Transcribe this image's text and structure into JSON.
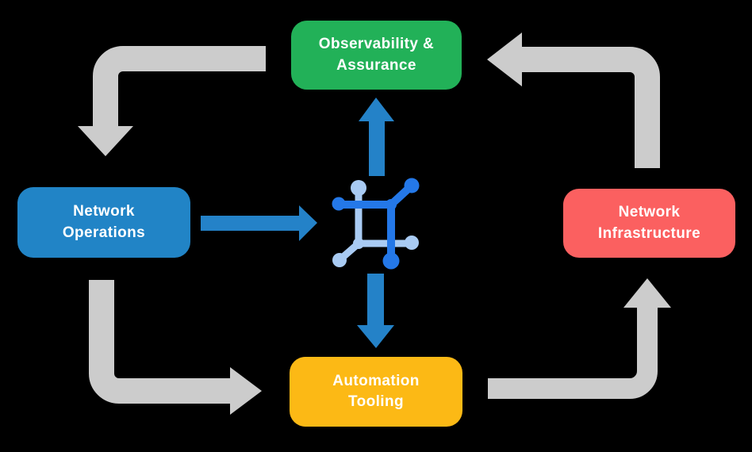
{
  "colors": {
    "background": "#000000",
    "arrow_gray": "#CCCCCC",
    "arrow_blue": "#2482C8",
    "icon_dark": "#2478E8",
    "icon_light": "#A9CBF3",
    "node_observability": "#22B158",
    "node_operations": "#2184C6",
    "node_infrastructure": "#FB6060",
    "node_tooling": "#FCB915",
    "node_text": "#FFFFFF"
  },
  "nodes": {
    "observability": {
      "line1": "Observability &",
      "line2": "Assurance"
    },
    "operations": {
      "line1": "Network",
      "line2": "Operations"
    },
    "infrastructure": {
      "line1": "Network",
      "line2": "Infrastructure"
    },
    "tooling": {
      "line1": "Automation",
      "line2": "Tooling"
    }
  },
  "flows": [
    {
      "from": "Observability & Assurance",
      "to": "Network Operations",
      "style": "gray-elbow"
    },
    {
      "from": "Network Operations",
      "to": "Automation Tooling",
      "style": "gray-elbow"
    },
    {
      "from": "Automation Tooling",
      "to": "Network Infrastructure",
      "style": "gray-elbow"
    },
    {
      "from": "Network Infrastructure",
      "to": "Observability & Assurance",
      "style": "gray-elbow"
    },
    {
      "from": "Network Operations",
      "to": "center-icon",
      "style": "blue-straight"
    },
    {
      "from": "center-icon",
      "to": "Observability & Assurance",
      "style": "blue-straight"
    },
    {
      "from": "center-icon",
      "to": "Automation Tooling",
      "style": "blue-straight"
    }
  ],
  "center_icon": "network-nodes-icon"
}
